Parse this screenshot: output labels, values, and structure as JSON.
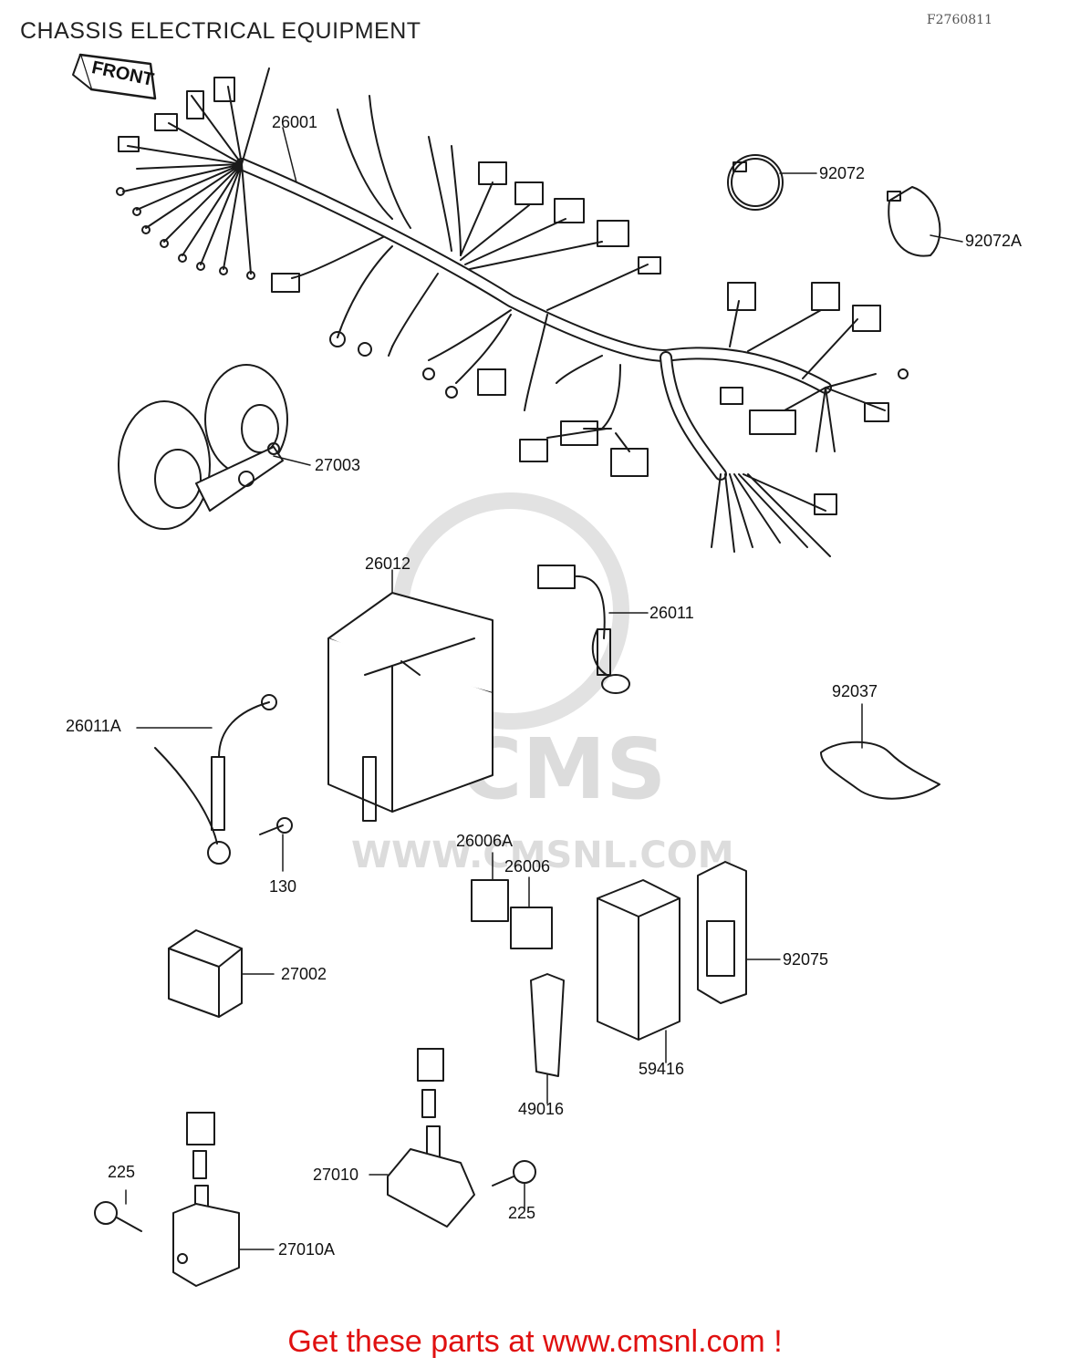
{
  "title": "CHASSIS ELECTRICAL EQUIPMENT",
  "ref_code": "F2760811",
  "front_label": "FRONT",
  "watermark": {
    "brand": "CMS",
    "url": "WWW.CMSNL.COM"
  },
  "footer": {
    "text": "Get these parts at www.cmsnl.com !",
    "color": "#e01010"
  },
  "part_labels": {
    "p26001": "26001",
    "p92072": "92072",
    "p92072A": "92072A",
    "p27003": "27003",
    "p26012": "26012",
    "p26011": "26011",
    "p26011A": "26011A",
    "p92037": "92037",
    "p130": "130",
    "p26006A": "26006A",
    "p26006": "26006",
    "p27002": "27002",
    "p92075": "92075",
    "p59416": "59416",
    "p49016": "49016",
    "p225a": "225",
    "p27010": "27010",
    "p225b": "225",
    "p27010A": "27010A"
  }
}
